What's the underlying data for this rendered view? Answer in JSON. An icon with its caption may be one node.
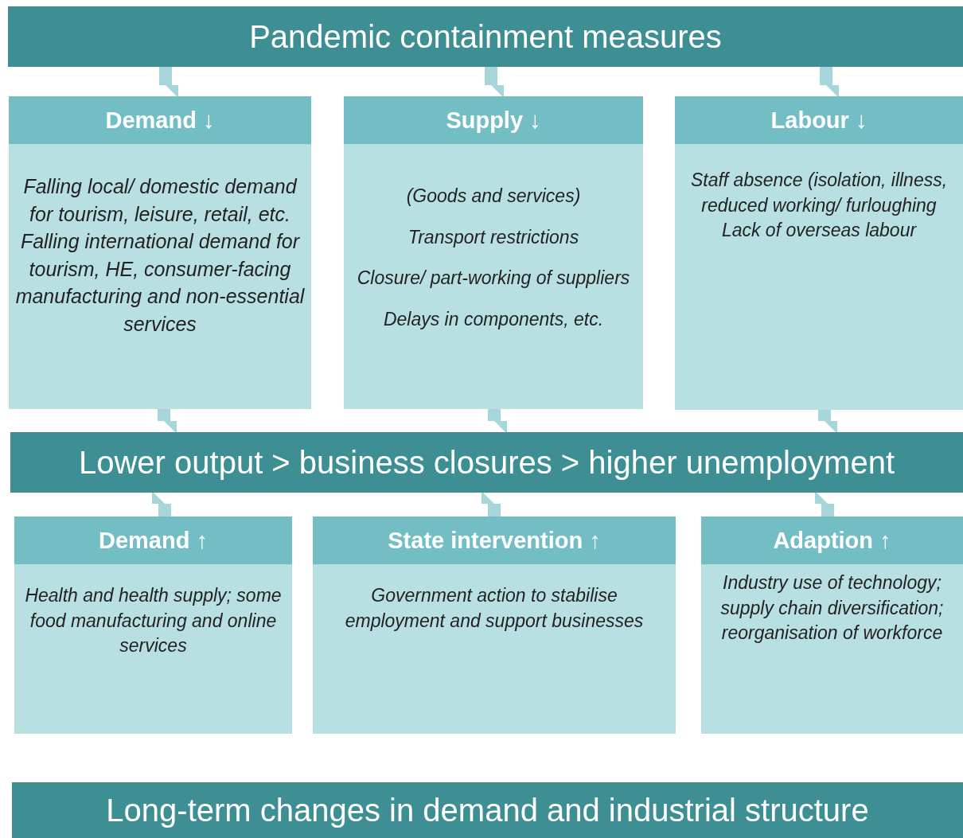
{
  "diagram": {
    "nodes": [
      {
        "text": [
          "Pandemic containment measures"
        ]
      },
      {
        "text": [
          "Demand ↓",
          "Falling local/ domestic demand for tourism, leisure, retail, etc.",
          "Falling international demand for tourism, HE, consumer-facing manufacturing and non-essential services"
        ]
      },
      {
        "text": [
          "Supply ↓",
          "(Goods and services)",
          "Transport restrictions",
          "Closure/ part-working of suppliers",
          "Delays in components, etc."
        ]
      },
      {
        "text": [
          "Labour ↓",
          "Staff absence (isolation, illness, reduced working/ furloughing",
          "Lack of overseas labour"
        ]
      },
      {
        "text": [
          "Lower output > business closures > higher unemployment"
        ]
      },
      {
        "text": [
          "Demand ↑",
          "Health and health supply; some food manufacturing and online services"
        ]
      },
      {
        "text": [
          "State intervention ↑",
          "Government action to stabilise employment and support businesses"
        ]
      },
      {
        "text": [
          "Adaption ↑",
          "Industry use of technology; supply chain diversification; reorganisation of workforce"
        ]
      },
      {
        "text": [
          "Long-term changes in demand and industrial structure"
        ]
      }
    ],
    "edges": [
      {
        "from": 0,
        "to": 1,
        "arrow": "to"
      },
      {
        "from": 0,
        "to": 2,
        "arrow": "to"
      },
      {
        "from": 0,
        "to": 3,
        "arrow": "to"
      },
      {
        "from": 1,
        "to": 4,
        "arrow": "to"
      },
      {
        "from": 2,
        "to": 4,
        "arrow": "to"
      },
      {
        "from": 3,
        "to": 4,
        "arrow": "to"
      },
      {
        "from": 5,
        "to": 4,
        "arrow": "to"
      },
      {
        "from": 6,
        "to": 4,
        "arrow": "to"
      },
      {
        "from": 7,
        "to": 4,
        "arrow": "to"
      }
    ]
  }
}
